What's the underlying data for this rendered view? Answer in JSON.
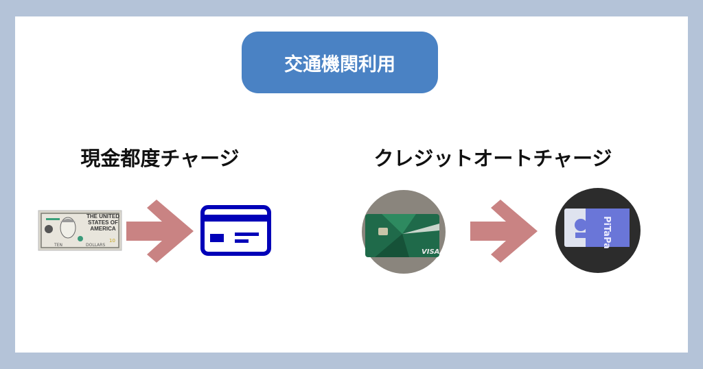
{
  "title": "交通機関利用",
  "left": {
    "heading": "現金都度チャージ",
    "from_icon": "banknote-icon",
    "to_icon": "ic-card-icon",
    "bill_text": {
      "top": "THE UNITED STATES OF AMERICA",
      "ten": "TEN",
      "dollars": "DOLLARS",
      "value": "10"
    }
  },
  "right": {
    "heading": "クレジットオートチャージ",
    "from_icon": "credit-card-photo",
    "to_icon": "pitapa-card-photo",
    "visa": "VISA",
    "pitapa": "PiTaPa"
  },
  "colors": {
    "background": "#b4c3d8",
    "pill": "#4a82c4",
    "arrow": "#c98383",
    "card_icon": "#0000b8"
  }
}
